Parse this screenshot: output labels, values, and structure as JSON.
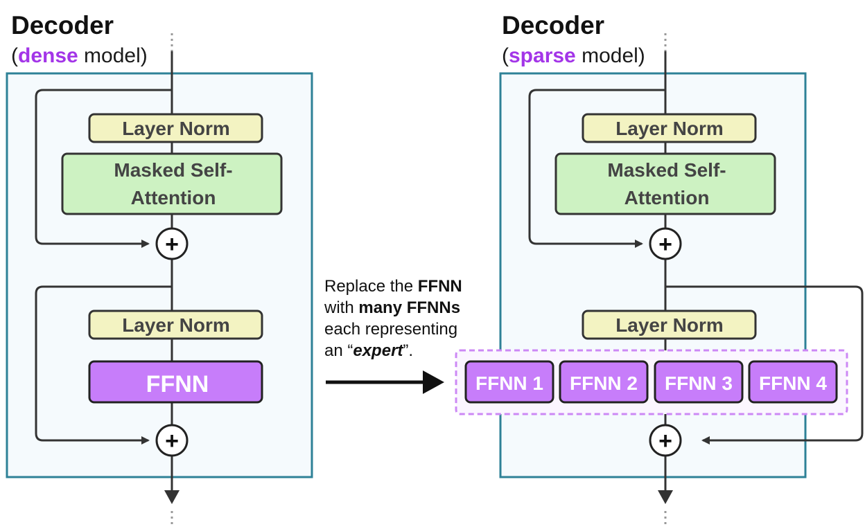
{
  "colors": {
    "frame_border": "#2e8197",
    "frame_fill": "#f5fafd",
    "layer_norm_fill": "#f3f3c2",
    "attention_fill": "#cdf2c2",
    "ffnn_fill": "#c77dfa",
    "accent": "#a335e8",
    "line": "#333333"
  },
  "dense": {
    "title": "Decoder",
    "subtitle_open": "(",
    "subtitle_accent": "dense",
    "subtitle_rest": " model)",
    "layer_norm_1": "Layer Norm",
    "attention_line1": "Masked Self-",
    "attention_line2": "Attention",
    "layer_norm_2": "Layer Norm",
    "ffnn": "FFNN",
    "add_symbol_1": "+",
    "add_symbol_2": "+"
  },
  "sparse": {
    "title": "Decoder",
    "subtitle_open": "(",
    "subtitle_accent": "sparse",
    "subtitle_rest": " model)",
    "layer_norm_1": "Layer Norm",
    "attention_line1": "Masked Self-",
    "attention_line2": "Attention",
    "layer_norm_2": "Layer Norm",
    "experts": [
      "FFNN 1",
      "FFNN 2",
      "FFNN 3",
      "FFNN 4"
    ],
    "add_symbol_1": "+",
    "add_symbol_2": "+"
  },
  "note": {
    "line1_pre": "Replace the ",
    "line1_bold": "FFNN",
    "line2_pre": "with ",
    "line2_bold": "many FFNNs",
    "line3": "each representing",
    "line4_pre": "an “",
    "line4_bold": "expert",
    "line4_post": "”."
  }
}
